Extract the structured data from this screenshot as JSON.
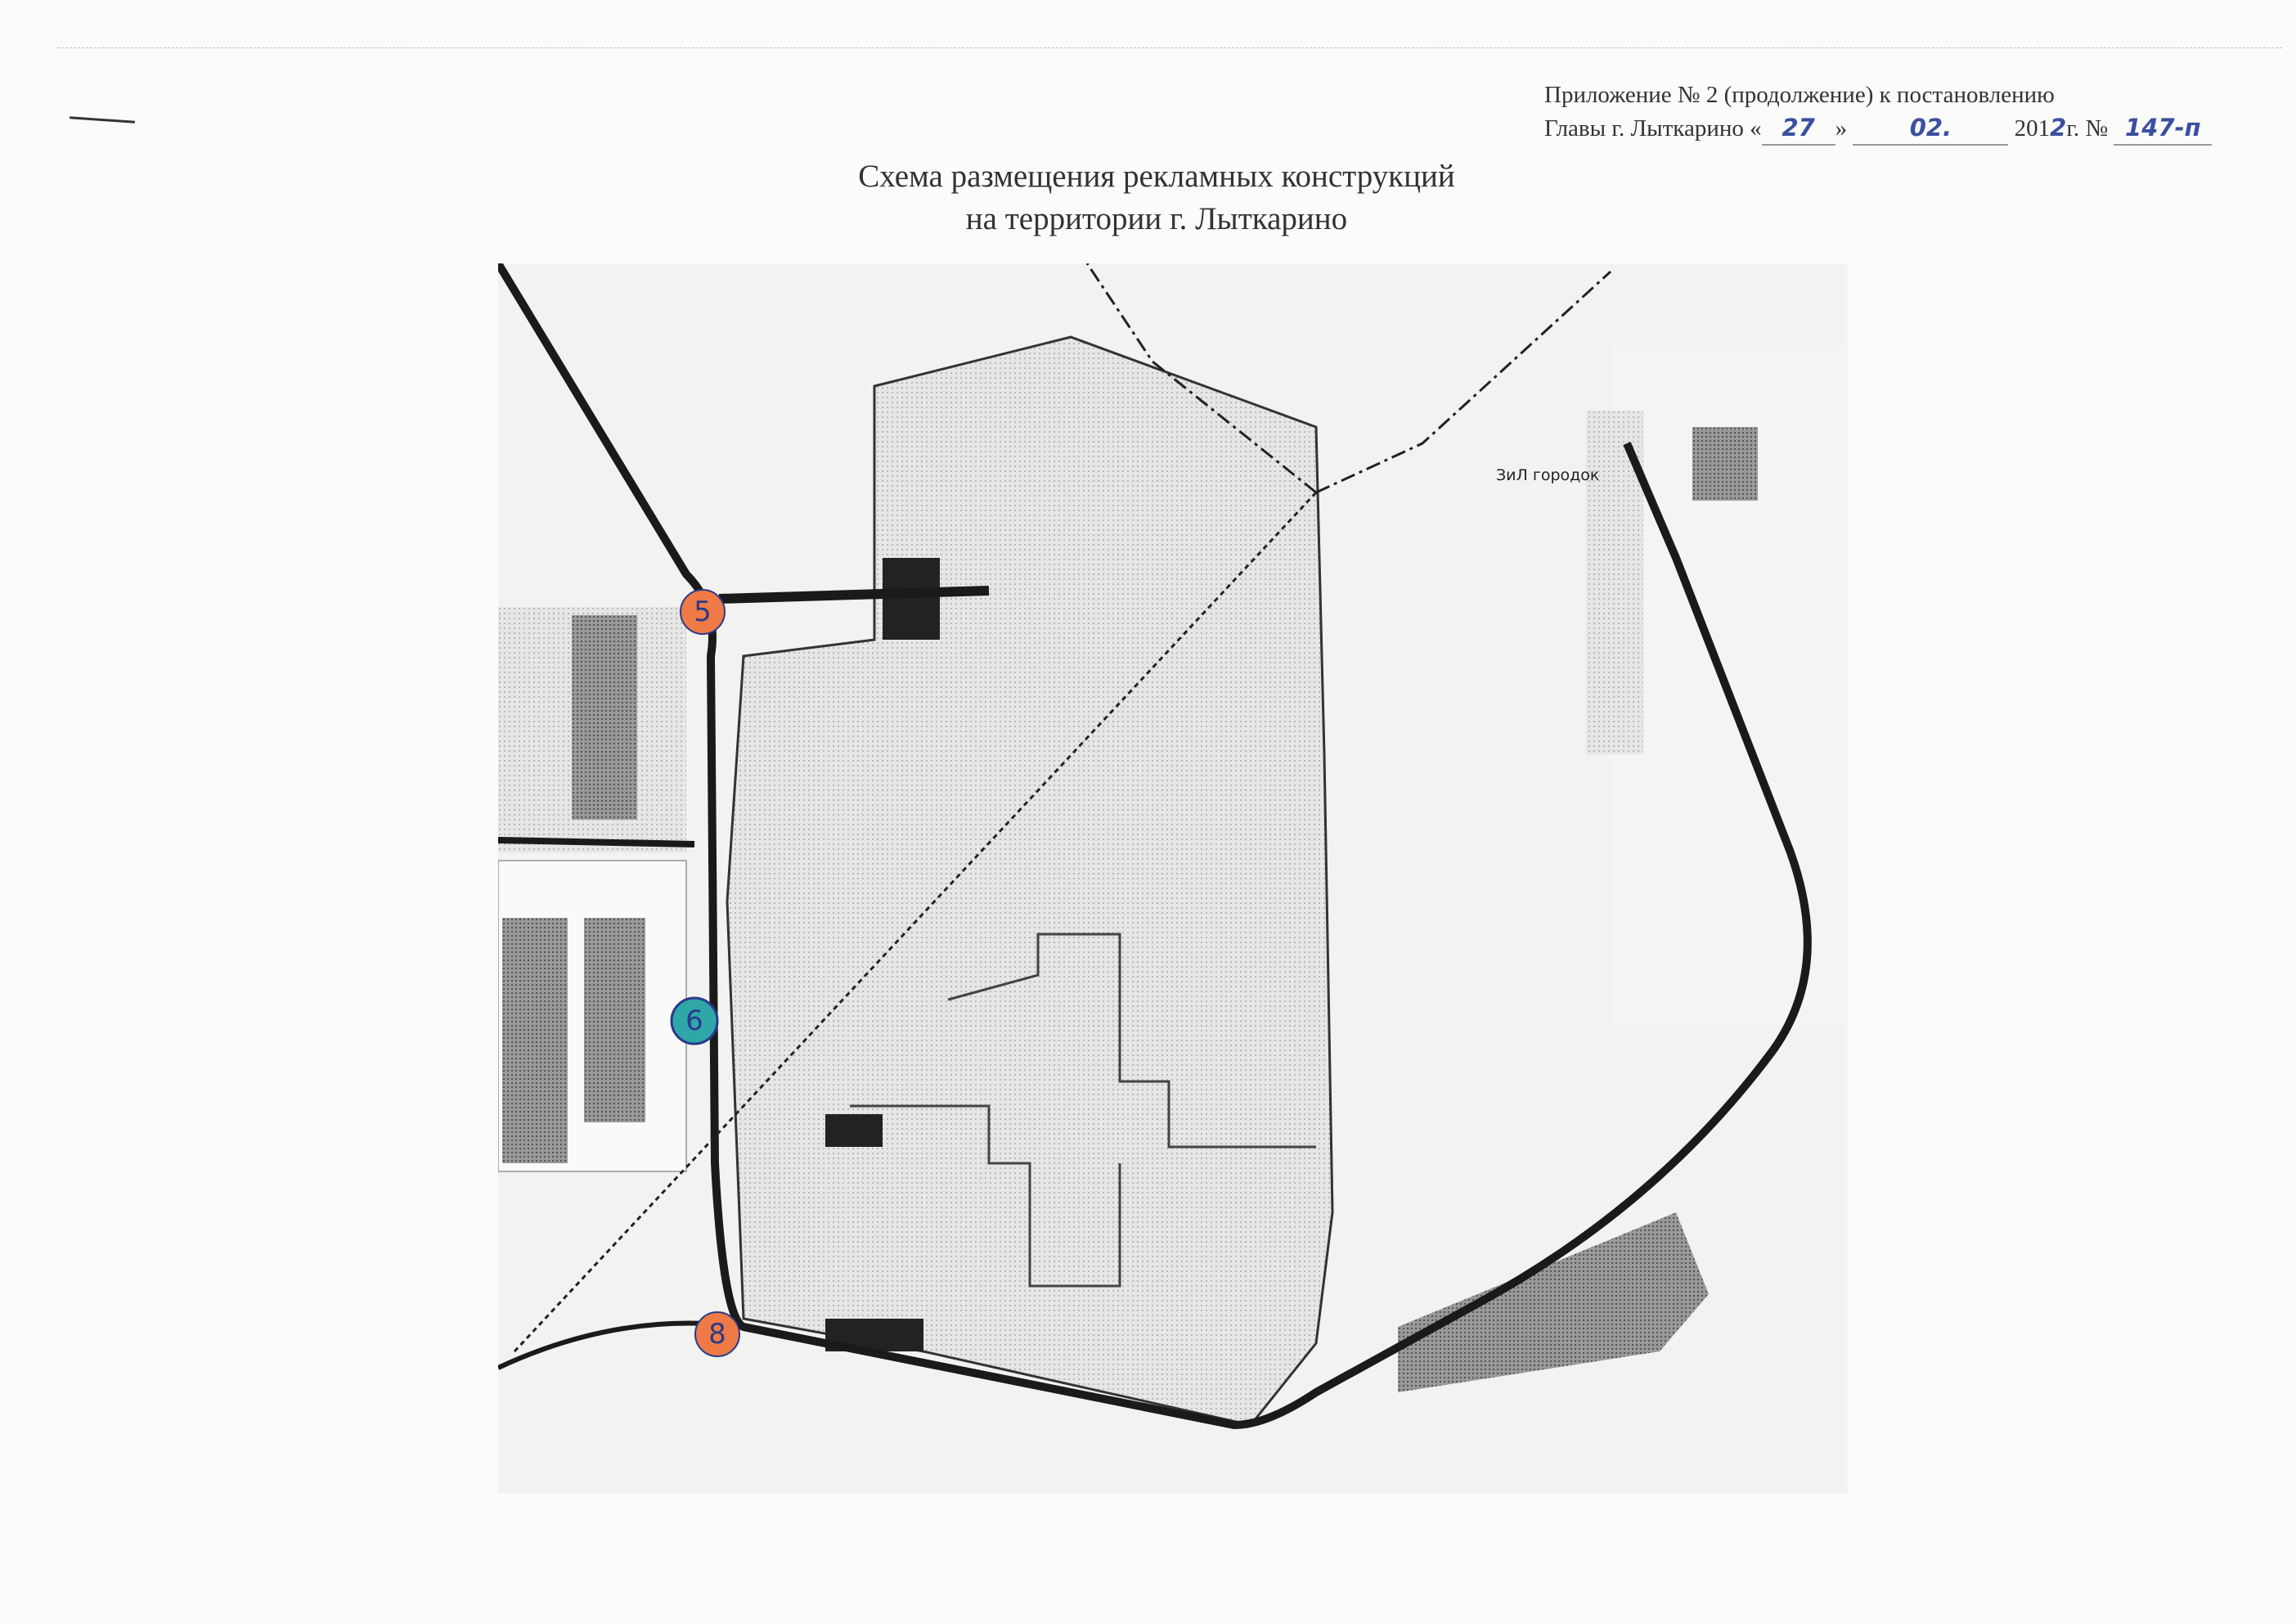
{
  "header": {
    "line1": "Приложение № 2 (продолжение) к постановлению",
    "line2_prefix": "Главы г. Лыткарино «",
    "day": "27",
    "quote_close": "»",
    "month": "02.",
    "year_prefix": "201",
    "year_suffix": "2",
    "year_g": "г.",
    "number_sign": "№",
    "number": "147-п"
  },
  "title": {
    "line1": "Схема размещения рекламных конструкций",
    "line2": "на территории г. Лыткарино"
  },
  "map": {
    "area_label": "ЗиЛ городок",
    "markers": [
      {
        "number": "5",
        "color": "#f07a45"
      },
      {
        "number": "6",
        "color": "#2fa7a8"
      },
      {
        "number": "8",
        "color": "#f07a45"
      }
    ]
  }
}
